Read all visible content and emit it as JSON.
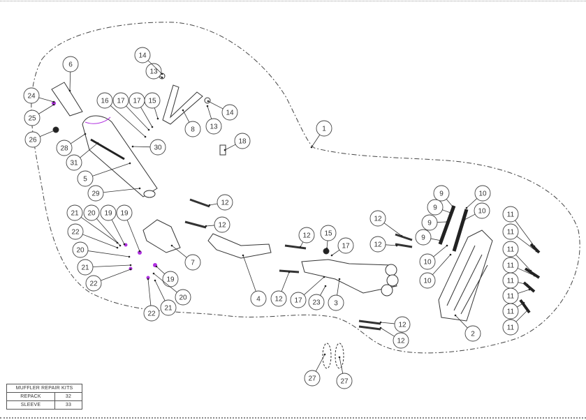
{
  "diagram": {
    "callouts": [
      "1",
      "2",
      "3",
      "4",
      "5",
      "6",
      "7",
      "8",
      "9",
      "9",
      "9",
      "9",
      "10",
      "10",
      "10",
      "10",
      "11",
      "11",
      "11",
      "11",
      "11",
      "11",
      "11",
      "11",
      "12",
      "12",
      "12",
      "12",
      "12",
      "12",
      "12",
      "12",
      "13",
      "13",
      "14",
      "14",
      "15",
      "15",
      "16",
      "17",
      "17",
      "17",
      "17",
      "18",
      "19",
      "19",
      "19",
      "20",
      "20",
      "20",
      "21",
      "21",
      "21",
      "22",
      "22",
      "22",
      "23",
      "24",
      "25",
      "26",
      "27",
      "27",
      "28",
      "29",
      "30",
      "31"
    ],
    "accent_color": "#b030e0"
  },
  "kits_table": {
    "title": "MUFFLER REPAIR KITS",
    "rows": [
      {
        "name": "REPACK",
        "value": "32"
      },
      {
        "name": "SLEEVE",
        "value": "33"
      }
    ]
  }
}
